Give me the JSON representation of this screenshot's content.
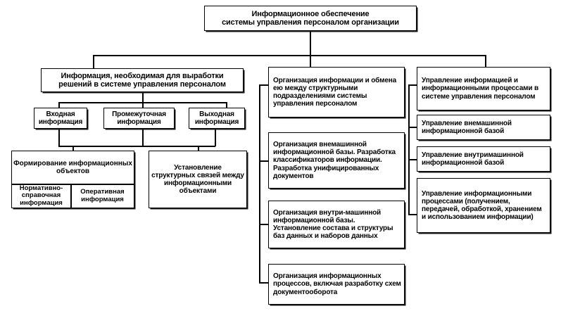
{
  "diagram": {
    "title": "Информационное обеспечение системы управления персоналом организации",
    "root": {
      "label": "Информационное обеспечение\nсистемы управления персоналом организации"
    },
    "branches": [
      {
        "id": "branch-information-needed",
        "label": "Информация, необходимая для выработки решений в системе управления персоналом",
        "children": [
          {
            "id": "input-information",
            "label": "Входная информация"
          },
          {
            "id": "intermediate-information",
            "label": "Промежуточная информация"
          },
          {
            "id": "output-information",
            "label": "Выходная информация"
          }
        ],
        "grandchildren": [
          {
            "id": "forming-information-objects",
            "label": "Формирование информационных объектов",
            "cells": [
              {
                "id": "normative-reference-information",
                "label": "Нормативно-справочная информация"
              },
              {
                "id": "operational-information",
                "label": "Оперативная информация"
              }
            ]
          },
          {
            "id": "structural-links",
            "label": "Установление структурных связей между информационными объектами"
          }
        ]
      },
      {
        "id": "branch-organization",
        "items": [
          {
            "id": "org-exchange",
            "label": "Организация информации и обмена ею между структурными подразделениями системы управления персоналом"
          },
          {
            "id": "org-offmachine-base",
            "label": "Организация внемашинной информационной базы. Разработка классификаторов информации. Разработка унифицированных документов"
          },
          {
            "id": "org-inmachine-base",
            "label": "Организация внутри-машинной информационной базы. Установление состава и структуры баз данных и наборов данных"
          },
          {
            "id": "org-processes",
            "label": "Организация информационных процессов, включая разработку схем документооборота"
          }
        ]
      },
      {
        "id": "branch-management",
        "items": [
          {
            "id": "mgmt-information-processes",
            "label": "Управление информацией и информационными процессами в системе управления персоналом"
          },
          {
            "id": "mgmt-offmachine-base",
            "label": "Управление внемашинной информационной базой"
          },
          {
            "id": "mgmt-inmachine-base",
            "label": "Управление внутримашинной информационной базой"
          },
          {
            "id": "mgmt-processes",
            "label": "Управление информационными процессами (получением, передачей, обработкой, хранением и использованием информации)"
          }
        ]
      }
    ],
    "colors": {
      "line": "#000000",
      "background": "#ffffff",
      "text": "#000000"
    }
  }
}
